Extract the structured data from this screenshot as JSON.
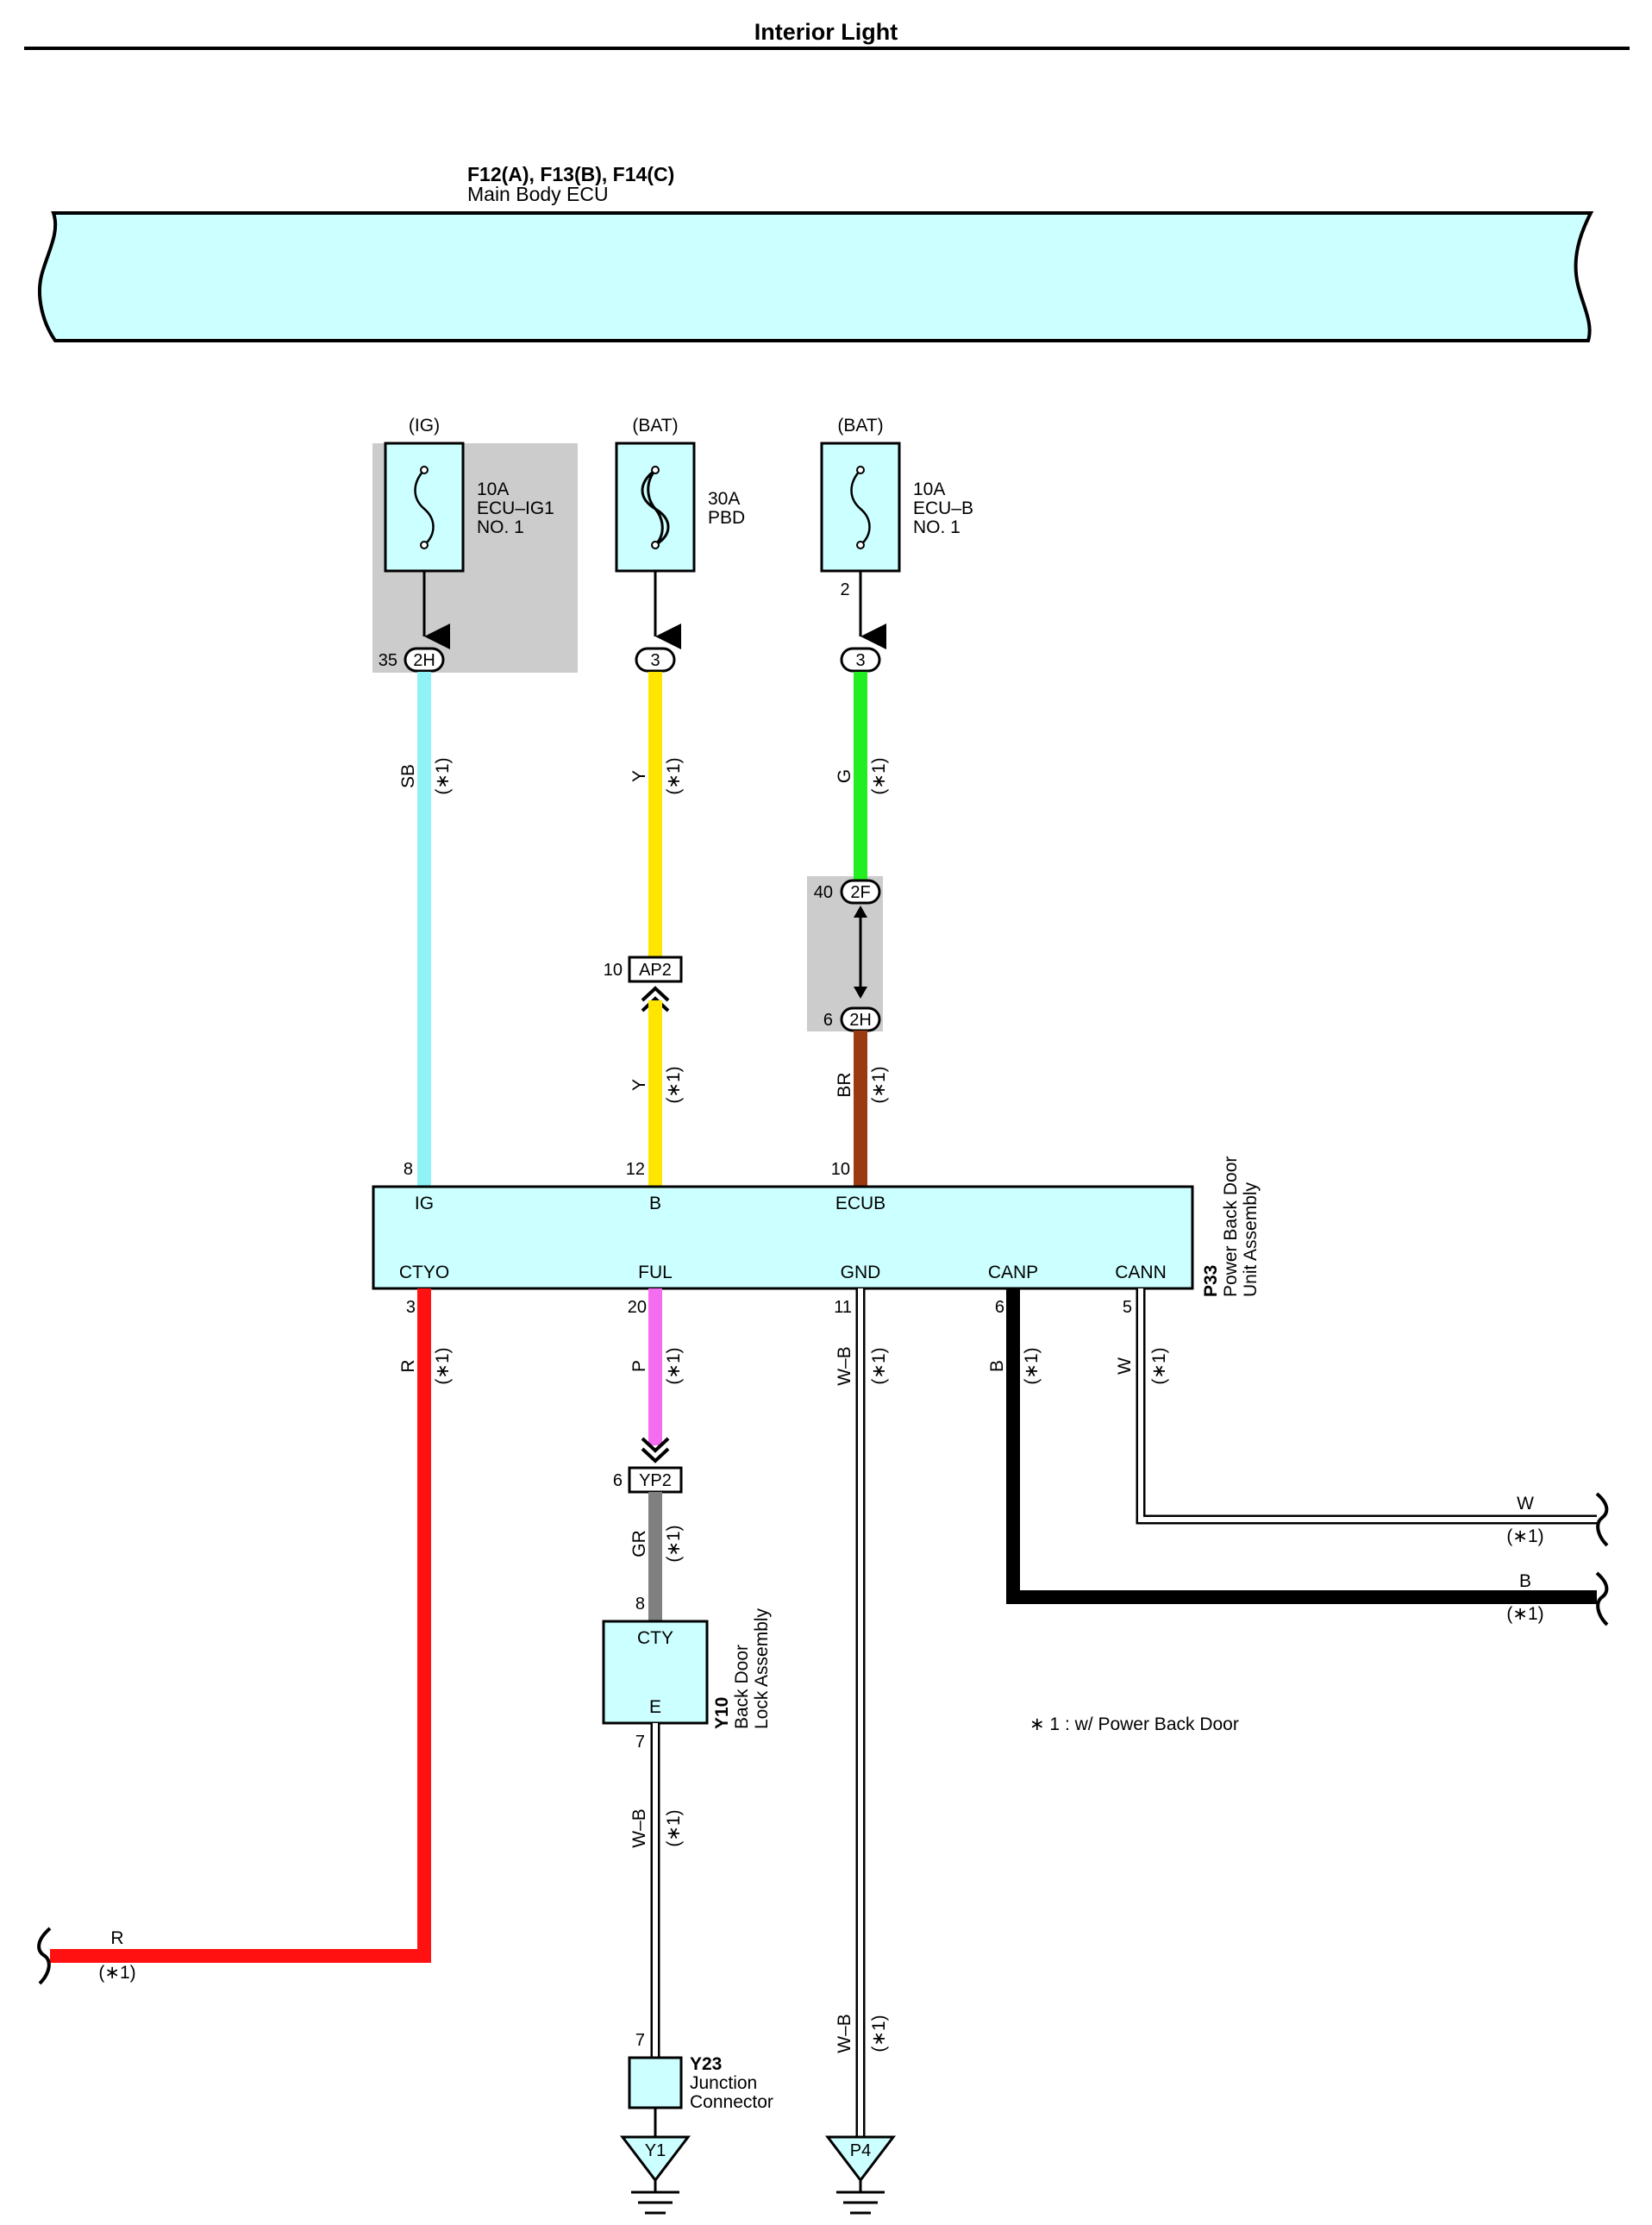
{
  "title": "Interior Light",
  "ecu": {
    "connectors": "F12(A), F13(B), F14(C)",
    "name": "Main Body ECU"
  },
  "fuses": [
    {
      "source": "(IG)",
      "rating": "10A",
      "name1": "ECU–IG1",
      "name2": "NO. 1",
      "pin_out": "",
      "conn_pin": "35",
      "conn": "2H"
    },
    {
      "source": "(BAT)",
      "rating": "30A",
      "name1": "PBD",
      "name2": "",
      "pin_out": "",
      "conn_pin": "",
      "conn": "3"
    },
    {
      "source": "(BAT)",
      "rating": "10A",
      "name1": "ECU–B",
      "name2": "NO. 1",
      "pin_out": "2",
      "conn_pin": "",
      "conn": "3"
    }
  ],
  "wires": {
    "ig": {
      "color_code": "SB",
      "note": "(∗1)",
      "hex": "#8ef2f6"
    },
    "b_upper": {
      "color_code": "Y",
      "note": "(∗1)",
      "hex": "#ffe600"
    },
    "b_lower": {
      "color_code": "Y",
      "note": "(∗1)",
      "hex": "#ffe600"
    },
    "ecub_upper": {
      "color_code": "G",
      "note": "(∗1)",
      "hex": "#22ee22"
    },
    "ecub_lower": {
      "color_code": "BR",
      "note": "(∗1)",
      "hex": "#9b3a12"
    },
    "ctyo": {
      "color_code": "R",
      "note": "(∗1)",
      "hex": "#ff1111"
    },
    "ful": {
      "color_code": "P",
      "note": "(∗1)",
      "hex": "#f46cf0"
    },
    "cty": {
      "color_code": "GR",
      "note": "(∗1)",
      "hex": "#808080"
    },
    "gnd": {
      "color_code": "W–B",
      "note": "(∗1)"
    },
    "gnd_lower": {
      "color_code": "W–B",
      "note": "(∗1)"
    },
    "y10_e": {
      "color_code": "W–B",
      "note": "(∗1)"
    },
    "canp": {
      "color_code": "B",
      "note": "(∗1)",
      "hex": "#000000"
    },
    "cann": {
      "color_code": "W",
      "note": "(∗1)"
    }
  },
  "connectors": {
    "ap2": {
      "name": "AP2",
      "pin": "10"
    },
    "c2f": {
      "name": "2F",
      "pin": "40"
    },
    "c2h": {
      "name": "2H",
      "pin": "6"
    },
    "yp2": {
      "name": "YP2",
      "pin": "6"
    }
  },
  "p33": {
    "code": "P33",
    "name1": "Power Back Door",
    "name2": "Unit Assembly",
    "top_pins": [
      {
        "num": "8",
        "label": "IG"
      },
      {
        "num": "12",
        "label": "B"
      },
      {
        "num": "10",
        "label": "ECUB"
      }
    ],
    "bottom_pins": [
      {
        "num": "3",
        "label": "CTYO"
      },
      {
        "num": "20",
        "label": "FUL"
      },
      {
        "num": "11",
        "label": "GND"
      },
      {
        "num": "6",
        "label": "CANP"
      },
      {
        "num": "5",
        "label": "CANN"
      }
    ]
  },
  "y10": {
    "code": "Y10",
    "name1": "Back Door",
    "name2": "Lock Assembly",
    "pin_top": "8",
    "label_top": "CTY",
    "pin_bottom": "7",
    "label_bottom": "E"
  },
  "y23": {
    "code": "Y23",
    "name1": "Junction",
    "name2": "Connector",
    "pin": "7"
  },
  "grounds": [
    {
      "name": "Y1"
    },
    {
      "name": "P4"
    }
  ],
  "offpage": {
    "w": {
      "color_code": "W",
      "note": "(∗1)"
    },
    "b": {
      "color_code": "B",
      "note": "(∗1)"
    },
    "r": {
      "color_code": "R",
      "note": "(∗1)"
    }
  },
  "footnote": "∗ 1 : w/ Power Back Door",
  "colors": {
    "component_fill": "#ccffff",
    "shade": "#cccccc"
  }
}
